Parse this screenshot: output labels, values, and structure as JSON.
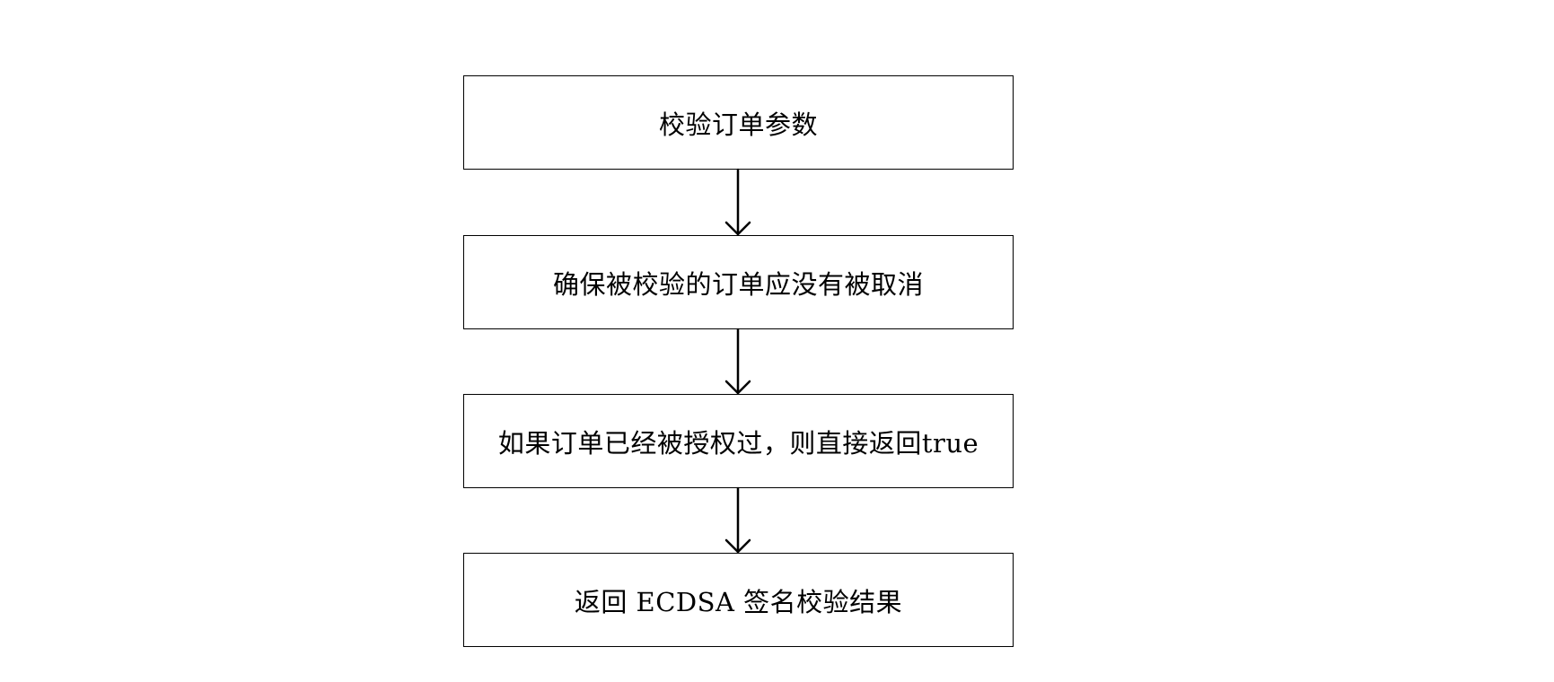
{
  "flowchart": {
    "steps": [
      {
        "label": "校验订单参数"
      },
      {
        "label": "确保被校验的订单应没有被取消"
      },
      {
        "label": "如果订单已经被授权过，则直接返回true"
      },
      {
        "label": "返回 ECDSA 签名校验结果"
      }
    ],
    "colors": {
      "stroke": "#000000",
      "fill": "#ffffff",
      "text": "#000000"
    }
  }
}
